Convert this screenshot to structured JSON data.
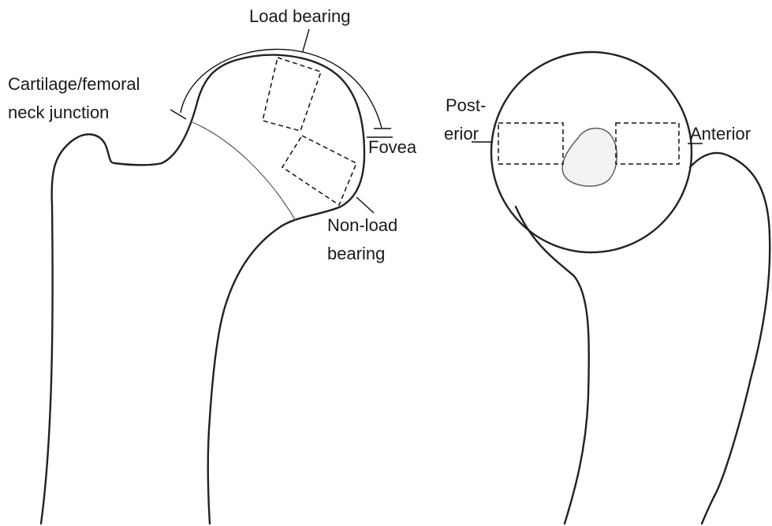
{
  "labels": {
    "load_bearing": "Load bearing",
    "cartilage_line1": "Cartilage/femoral",
    "cartilage_line2": "neck junction",
    "fovea": "Fovea",
    "non_load_line1": "Non-load",
    "non_load_line2": "bearing",
    "posterior_line1": "Post-",
    "posterior_line2": "erior",
    "anterior": "Anterior"
  },
  "colors": {
    "outline": "#222222",
    "fovea_fill": "#f2f2f2",
    "text": "#1a1a1a"
  }
}
